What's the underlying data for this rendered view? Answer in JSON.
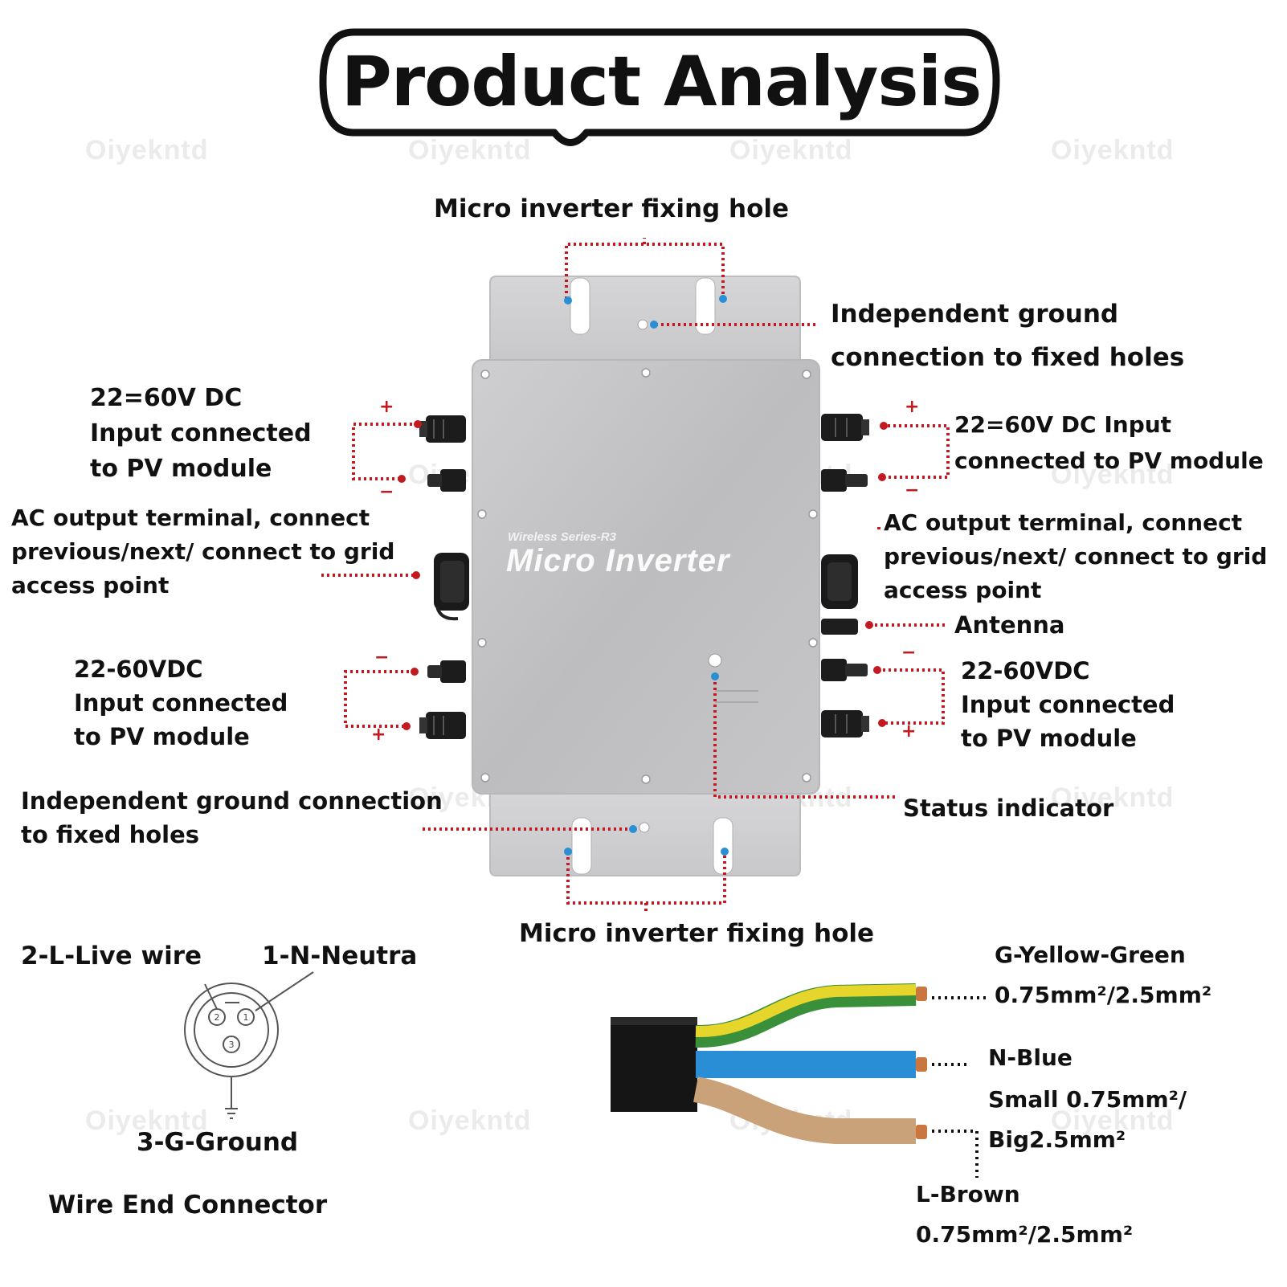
{
  "title": "Product Analysis",
  "watermark": "Oiyekntd",
  "inverter": {
    "brand": "Wireless Series-R3",
    "name": "Micro Inverter"
  },
  "labels": {
    "fixing_hole_top": "Micro inverter fixing hole",
    "ground_top": "Independent ground\nconnection to fixed holes",
    "dc_top_left": "22=60V DC\nInput connected\nto PV module",
    "dc_top_right": "22=60V DC Input\nconnected to PV module",
    "ac_left": "AC output terminal, connect\nprevious/next/ connect to grid\naccess point",
    "ac_right": "AC output terminal, connect\nprevious/next/ connect to grid\naccess point",
    "antenna": "Antenna",
    "dc_bottom_left": "22-60VDC\nInput connected\nto PV module",
    "dc_bottom_right": "22-60VDC\nInput connected\nto PV module",
    "ground_bottom": "Independent ground connection\nto fixed holes",
    "status": "Status indicator",
    "fixing_hole_bottom": "Micro inverter fixing hole"
  },
  "polarity": {
    "plus": "+",
    "minus": "−"
  },
  "connector": {
    "live": "2-L-Live wire",
    "neutral": "1-N-Neutra",
    "ground": "3-G-Ground",
    "caption": "Wire End Connector",
    "pins": [
      "1",
      "2",
      "3"
    ]
  },
  "cable": {
    "ground_name": "G-Yellow-Green",
    "ground_size": "0.75mm²/2.5mm²",
    "neutral_name": "N-Blue",
    "neutral_size": "Small 0.75mm²/\nBig2.5mm²",
    "live_name": "L-Brown",
    "live_size": "0.75mm²/2.5mm²"
  },
  "colors": {
    "dots": "#c41920",
    "marker": "#2a8fd4",
    "housing": "#c9c9cb",
    "plate": "#d2d2d4",
    "wire_yellow": "#e6d52a",
    "wire_green": "#3a8f3a",
    "wire_blue": "#2a8ed6",
    "wire_brown": "#c9a27a",
    "copper": "#c9773e"
  }
}
